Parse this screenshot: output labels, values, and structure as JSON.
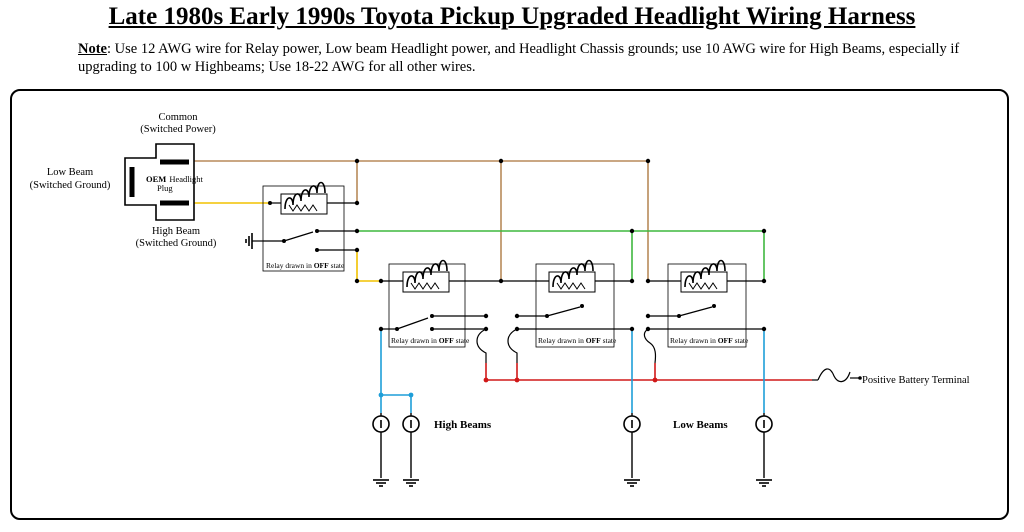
{
  "title": "Late 1980s Early 1990s Toyota Pickup Upgraded Headlight Wiring Harness",
  "note": {
    "label": "Note",
    "text": ": Use 12 AWG wire for Relay power, Low beam Headlight power, and Headlight Chassis grounds; use 10 AWG wire for High Beams, especially if upgrading to 100 w Highbeams; Use 18-22 AWG for all other wires."
  },
  "plug": {
    "common_line1": "Common",
    "common_line2": "(Switched Power)",
    "low_line1": "Low Beam",
    "low_line2": "(Switched Ground)",
    "high_line1": "High Beam",
    "high_line2": "(Switched Ground)",
    "label_bold": "OEM",
    "label_rest": "Headlight",
    "label_line2": "Plug"
  },
  "relay_caption_prefix": "Relay drawn in ",
  "relay_caption_bold": "OFF",
  "relay_caption_suffix": " state",
  "high_beams_label": "High Beams",
  "low_beams_label": "Low Beams",
  "battery_label": "Positive Battery Terminal",
  "colors": {
    "brown": "#b88a5a",
    "yellow": "#f2c200",
    "green": "#3fb83f",
    "red": "#d01818",
    "blue": "#1e9ed8",
    "black": "#000000"
  }
}
